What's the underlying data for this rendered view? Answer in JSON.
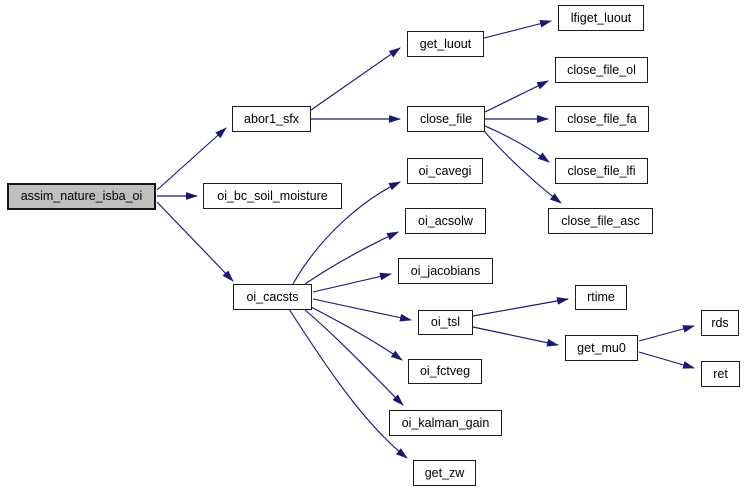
{
  "diagram": {
    "type": "call-graph",
    "background_color": "#ffffff",
    "edge_color": "#191970",
    "node_fill_color": "#ffffff",
    "node_border_color": "#1c1c1c",
    "root_node_fill_color": "#bfbfbf",
    "text_color": "#000000"
  },
  "nodes": [
    {
      "label": "assim_nature_isba_oi",
      "root": true
    },
    {
      "label": "abor1_sfx"
    },
    {
      "label": "oi_bc_soil_moisture"
    },
    {
      "label": "oi_cacsts"
    },
    {
      "label": "get_luout"
    },
    {
      "label": "close_file"
    },
    {
      "label": "lfiget_luout"
    },
    {
      "label": "close_file_ol"
    },
    {
      "label": "close_file_fa"
    },
    {
      "label": "close_file_lfi"
    },
    {
      "label": "close_file_asc"
    },
    {
      "label": "oi_cavegi"
    },
    {
      "label": "oi_acsolw"
    },
    {
      "label": "oi_jacobians"
    },
    {
      "label": "oi_tsl"
    },
    {
      "label": "oi_fctveg"
    },
    {
      "label": "oi_kalman_gain"
    },
    {
      "label": "get_zw"
    },
    {
      "label": "rtime"
    },
    {
      "label": "get_mu0"
    },
    {
      "label": "rds"
    },
    {
      "label": "ret"
    }
  ],
  "edges": [
    {
      "from": "assim_nature_isba_oi",
      "to": "abor1_sfx"
    },
    {
      "from": "assim_nature_isba_oi",
      "to": "oi_bc_soil_moisture"
    },
    {
      "from": "assim_nature_isba_oi",
      "to": "oi_cacsts"
    },
    {
      "from": "abor1_sfx",
      "to": "get_luout"
    },
    {
      "from": "abor1_sfx",
      "to": "close_file"
    },
    {
      "from": "get_luout",
      "to": "lfiget_luout"
    },
    {
      "from": "close_file",
      "to": "close_file_ol"
    },
    {
      "from": "close_file",
      "to": "close_file_fa"
    },
    {
      "from": "close_file",
      "to": "close_file_lfi"
    },
    {
      "from": "close_file",
      "to": "close_file_asc"
    },
    {
      "from": "oi_cacsts",
      "to": "oi_cavegi"
    },
    {
      "from": "oi_cacsts",
      "to": "oi_acsolw"
    },
    {
      "from": "oi_cacsts",
      "to": "oi_jacobians"
    },
    {
      "from": "oi_cacsts",
      "to": "oi_tsl"
    },
    {
      "from": "oi_cacsts",
      "to": "oi_fctveg"
    },
    {
      "from": "oi_cacsts",
      "to": "oi_kalman_gain"
    },
    {
      "from": "oi_cacsts",
      "to": "get_zw"
    },
    {
      "from": "oi_tsl",
      "to": "rtime"
    },
    {
      "from": "oi_tsl",
      "to": "get_mu0"
    },
    {
      "from": "get_mu0",
      "to": "rds"
    },
    {
      "from": "get_mu0",
      "to": "ret"
    }
  ]
}
